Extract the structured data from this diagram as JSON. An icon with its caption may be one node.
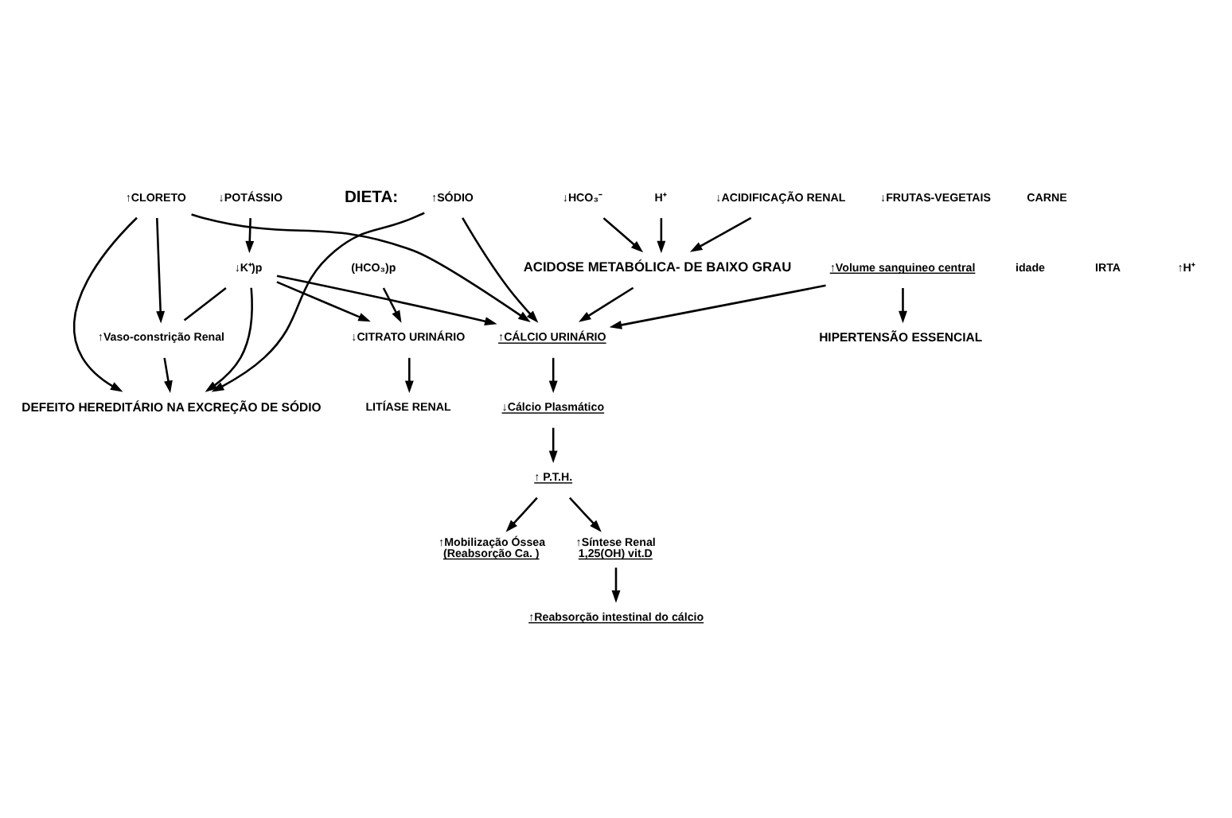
{
  "diagram": {
    "nodes": [
      {
        "text": [
          "↑SÓDIO"
        ]
      },
      {
        "text": [
          "↑CLORETO"
        ]
      },
      {
        "text": [
          "↓POTÁSSIO"
        ]
      },
      {
        "text": [
          "↓HCO₃⁻"
        ]
      },
      {
        "text": [
          "H⁺"
        ]
      },
      {
        "text": [
          "↓ACIDIFICAÇÃO RENAL"
        ]
      },
      {
        "text": [
          "ACIDOSE METABÓLICA- DE BAIXO GRAU"
        ]
      },
      {
        "text": [
          "↓K⁺)p"
        ]
      },
      {
        "text": [
          "↑CÁLCIO URINÁRIO"
        ]
      },
      {
        "text": [
          "(HCO₃)p"
        ]
      },
      {
        "text": [
          "↓CITRATO URINÁRIO"
        ]
      },
      {
        "text": [
          "↑Vaso-constrição Renal"
        ]
      },
      {
        "text": [
          "↓Cálcio Plasmático"
        ]
      },
      {
        "text": [
          "DEFEITO HEREDITÁRIO NA EXCREÇÃO DE SÓDIO"
        ]
      },
      {
        "text": [
          "LITÍASE RENAL"
        ]
      },
      {
        "text": [
          "↑ P.T.H."
        ]
      },
      {
        "text": [
          "↑Mobilização Óssea",
          "(Reabsorção Ca. )"
        ]
      },
      {
        "text": [
          "↑Volume sanguineo central"
        ]
      },
      {
        "text": [
          "↑Síntese Renal",
          "1,25(OH) vit.D"
        ]
      },
      {
        "text": [
          "↑Reabsorção intestinal do cálcio"
        ]
      },
      {
        "text": [
          "HIPERTENSÃO ESSENCIAL"
        ]
      }
    ],
    "edges": [
      {
        "from": 0,
        "to": 13,
        "arrow": "to"
      },
      {
        "from": 0,
        "to": 8,
        "arrow": "to"
      },
      {
        "from": 1,
        "to": 13,
        "arrow": "to"
      },
      {
        "from": 1,
        "to": 11,
        "arrow": "to"
      },
      {
        "from": 1,
        "to": 8,
        "arrow": "to"
      },
      {
        "from": 2,
        "to": 7,
        "arrow": "to"
      },
      {
        "from": 3,
        "to": 6,
        "arrow": "to"
      },
      {
        "from": 4,
        "to": 6,
        "arrow": "to"
      },
      {
        "from": 5,
        "to": 6,
        "arrow": "to"
      },
      {
        "from": 6,
        "to": 8,
        "arrow": "to"
      },
      {
        "from": 7,
        "to": 13,
        "arrow": "to"
      },
      {
        "from": 7,
        "to": 8,
        "arrow": "to"
      },
      {
        "from": 7,
        "to": 10,
        "arrow": "to"
      },
      {
        "from": 7,
        "to": 11,
        "arrow": "none"
      },
      {
        "from": 11,
        "to": 13,
        "arrow": "to"
      },
      {
        "from": 17,
        "to": 8,
        "arrow": "to"
      },
      {
        "from": 17,
        "to": 20,
        "arrow": "to"
      },
      {
        "from": 8,
        "to": 12,
        "arrow": "to"
      },
      {
        "from": 12,
        "to": 15,
        "arrow": "to"
      },
      {
        "from": 15,
        "to": 16,
        "arrow": "to"
      },
      {
        "from": 15,
        "to": 18,
        "arrow": "to"
      },
      {
        "from": 18,
        "to": 19,
        "arrow": "to"
      },
      {
        "from": 9,
        "to": 10,
        "arrow": "to"
      },
      {
        "from": 10,
        "to": 14,
        "arrow": "to"
      }
    ],
    "labels": [
      "DIETA:",
      "↓FRUTAS-VEGETAIS",
      "CARNE",
      "idade",
      "IRTA",
      "↑H⁺"
    ]
  }
}
